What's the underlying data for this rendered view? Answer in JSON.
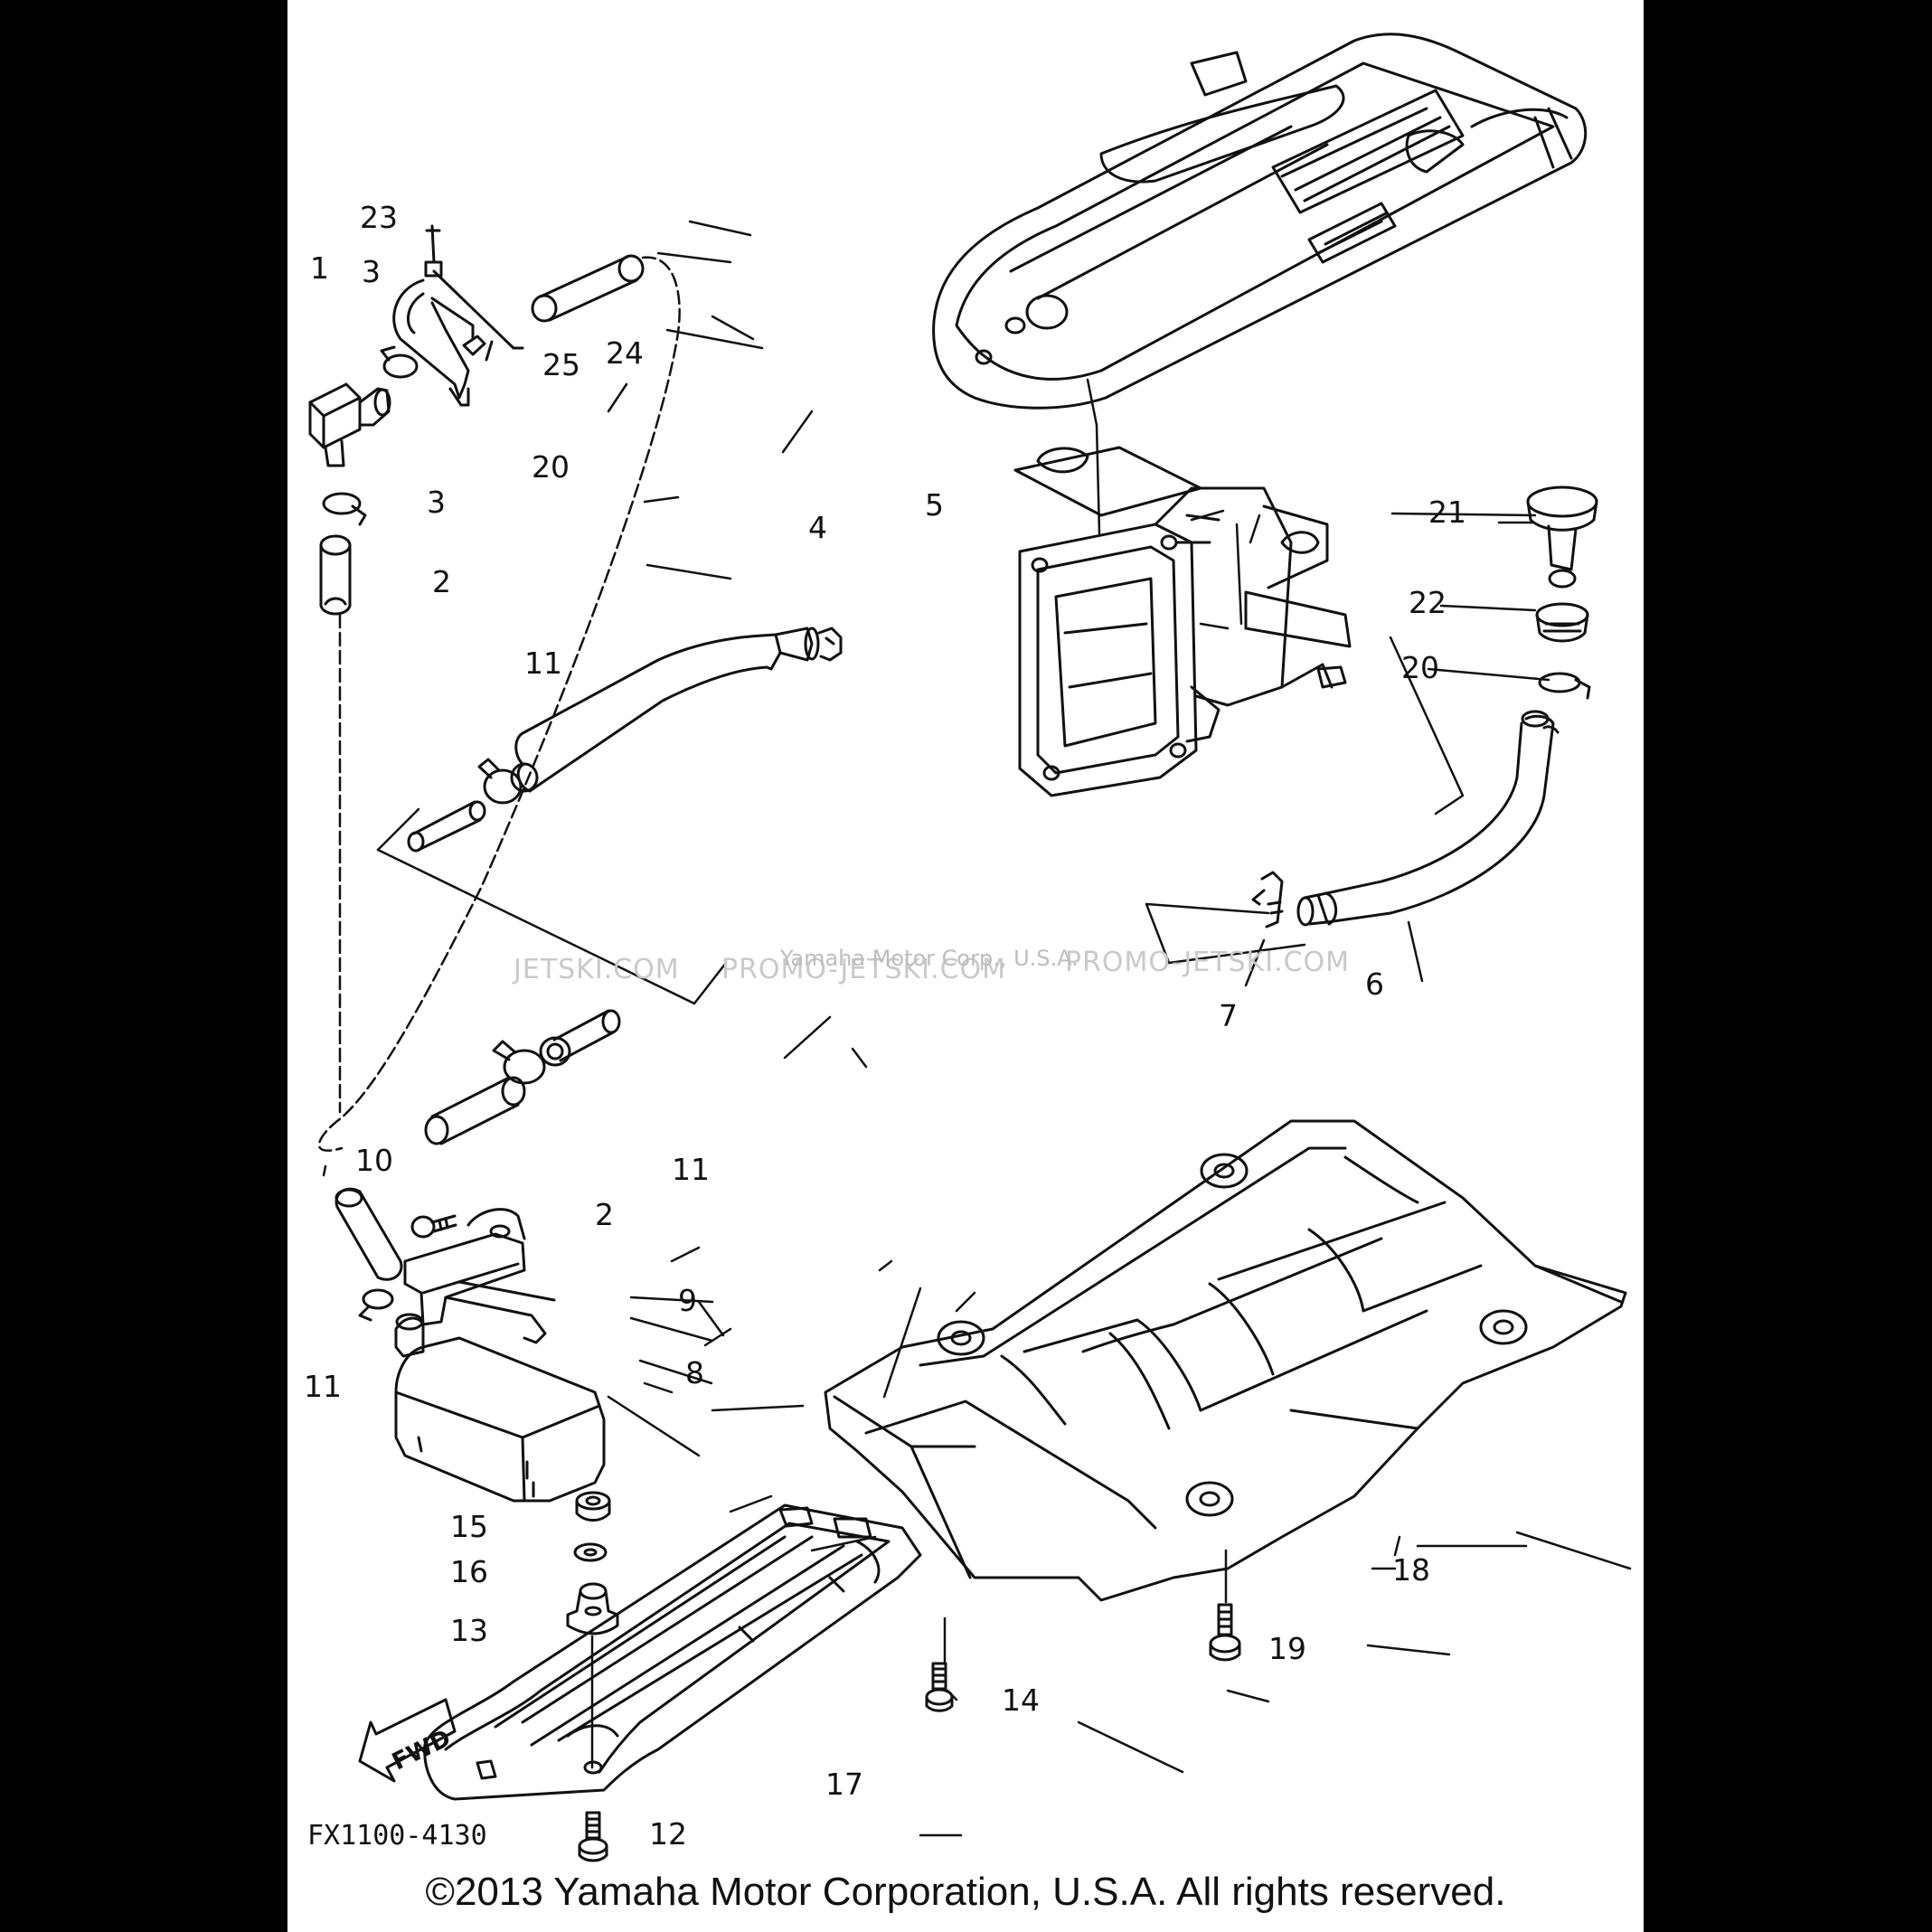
{
  "callouts": {
    "c1": "1",
    "c2a": "2",
    "c2b": "2",
    "c3a": "3",
    "c3b": "3",
    "c4": "4",
    "c5": "5",
    "c6": "6",
    "c7": "7",
    "c8": "8",
    "c9": "9",
    "c10": "10",
    "c11a": "11",
    "c11b": "11",
    "c11c": "11",
    "c12": "12",
    "c13": "13",
    "c14": "14",
    "c15": "15",
    "c16": "16",
    "c17": "17",
    "c18": "18",
    "c19": "19",
    "c20a": "20",
    "c20b": "20",
    "c21": "21",
    "c22": "22",
    "c23": "23",
    "c24": "24",
    "c25": "25"
  },
  "watermark": {
    "left": "JETSKI.COM",
    "mid": "PROMO-JETSKI.COM",
    "right": "PROMO-JETSKI.COM",
    "center": "Yamaha Motor Corp., U.S.A."
  },
  "fwd_label": "FWD",
  "drawing_code": "FX1100-4130",
  "copyright": "©2013 Yamaha Motor Corporation, U.S.A. All rights reserved."
}
